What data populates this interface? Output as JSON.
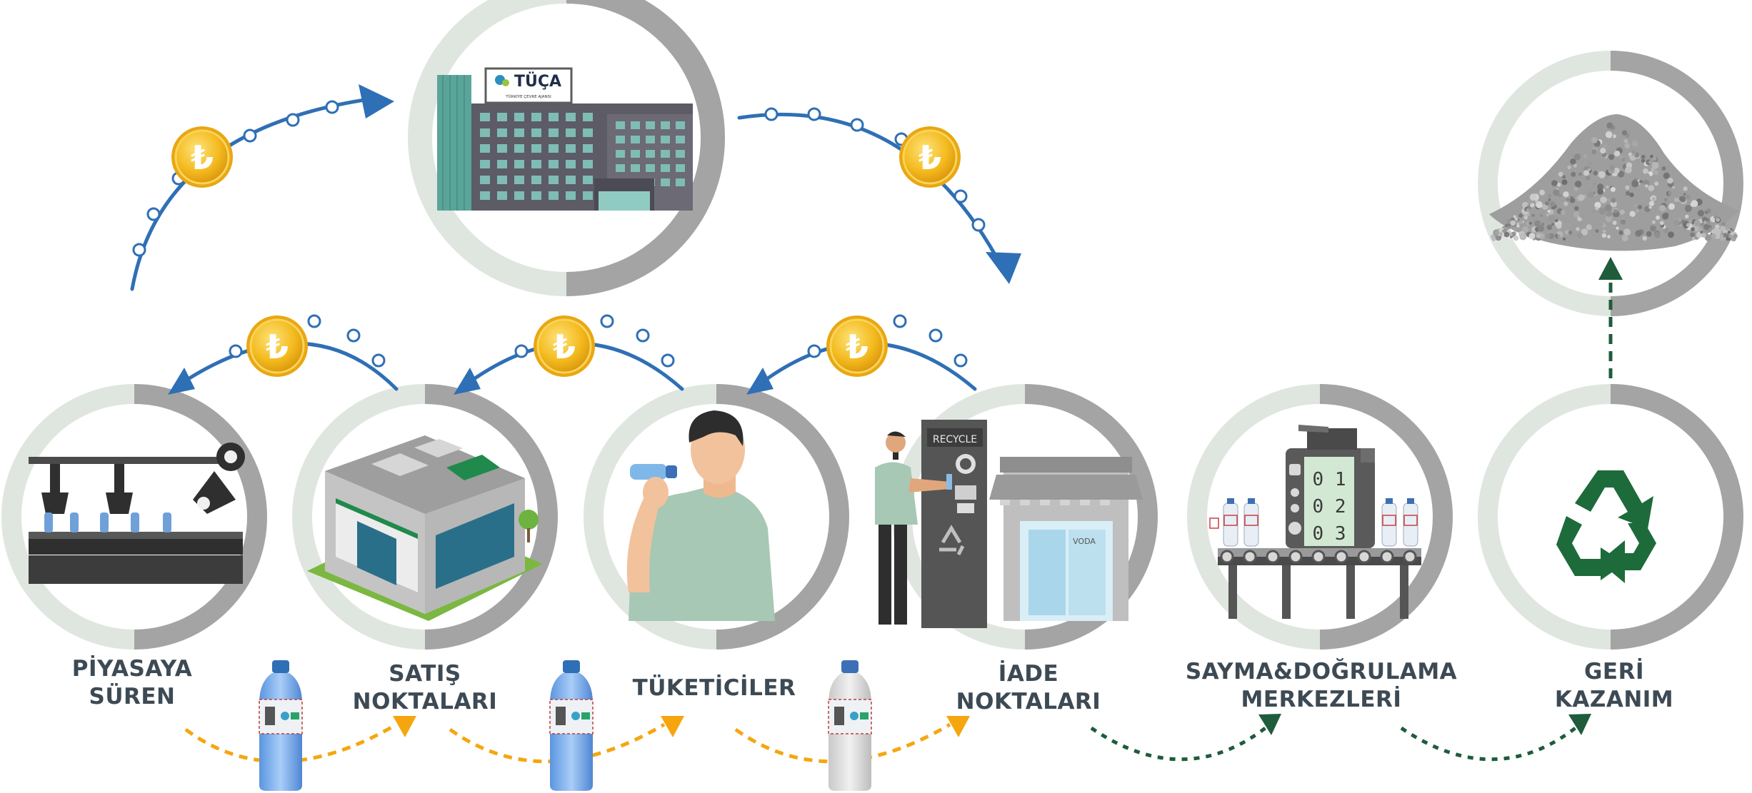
{
  "stages": [
    {
      "id": "piyasaya-suren",
      "lines": [
        "PİYASAYA",
        "SÜREN"
      ]
    },
    {
      "id": "satis-noktalari",
      "lines": [
        "SATIŞ",
        "NOKTALARI"
      ]
    },
    {
      "id": "tuketiciler",
      "lines": [
        "TÜKETİCİLER"
      ]
    },
    {
      "id": "iade-noktalari",
      "lines": [
        "İADE",
        "NOKTALARI"
      ]
    },
    {
      "id": "sayma-dogrulama",
      "lines": [
        "SAYMA&DOĞRULAMA",
        "MERKEZLERİ"
      ]
    },
    {
      "id": "geri-kazanim",
      "lines": [
        "GERİ",
        "KAZANIM"
      ]
    }
  ],
  "hub": {
    "logo_text": "TÜÇA",
    "logo_subtext": "TÜRKİYE ÇEVRE AJANSI"
  },
  "machine": {
    "recycle_text": "RECYCLE",
    "store_sign": "VODA"
  },
  "counter_digits": [
    "0 1",
    "0 2",
    "0 3"
  ],
  "coin_symbol": "₺",
  "icons": [
    "coin-icon",
    "bottle-icon",
    "recycle-icon",
    "arrow-icon"
  ],
  "colors": {
    "money_flow": "#2f6fb5",
    "coin": "#f2b418",
    "product_flow": "#f5a60f",
    "recovery_flow": "#1e5c3c",
    "ring_light": "#dfe6df",
    "ring_dark": "#a4a4a4",
    "label": "#3d4a54",
    "recycle_green": "#1d6b3a"
  }
}
